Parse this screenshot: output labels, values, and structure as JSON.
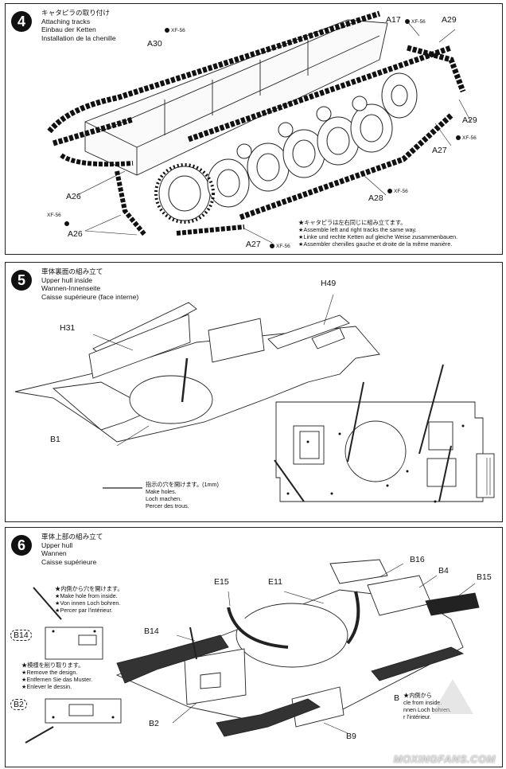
{
  "step4": {
    "number": "4",
    "title_jp": "キャタピラの取り付け",
    "title_en": "Attaching tracks",
    "title_de": "Einbau der Ketten",
    "title_fr": "Installation de la chenille",
    "labels": [
      "A30",
      "A17",
      "A29",
      "A29",
      "A27",
      "A26",
      "A26",
      "A28",
      "A27"
    ],
    "paint": [
      "XF-56",
      "XF-56",
      "XF-56",
      "XF-56",
      "XF-56",
      "XF-56"
    ],
    "notes": [
      "★キャタピラは左右同じに組み立てます。",
      "★Assemble left and right tracks the same way.",
      "★Linke und rechte Ketten auf gleiche Weise zusammenbauen.",
      "★Assembler chenilles gauche et droite de la même manière."
    ]
  },
  "step5": {
    "number": "5",
    "title_jp": "車体裏面の組み立て",
    "title_en": "Upper hull inside",
    "title_de": "Wannen-Innenseite",
    "title_fr": "Caisse supérieure (face interne)",
    "labels": [
      "H49",
      "H31",
      "B1"
    ],
    "hole_note": [
      "指示の穴を開けます。(1mm)",
      "Make holes.",
      "Loch machen.",
      "Percer des trous."
    ]
  },
  "step6": {
    "number": "6",
    "title_jp": "車体上部の組み立て",
    "title_en": "Upper hull",
    "title_de": "Wannen",
    "title_fr": "Caisse supérieure",
    "labels": [
      "B16",
      "B4",
      "B15",
      "E15",
      "E11",
      "B14",
      "B2",
      "B9",
      "B"
    ],
    "b14_note": [
      "★内側から穴を開けます。",
      "★Make hole from inside.",
      "★Von innen Loch bohren.",
      "★Percer par l'intérieur."
    ],
    "b2_note": [
      "★模様を削り取ります。",
      "★Remove the design.",
      "★Entfernen Sie das Muster.",
      "★Enlever le dessin."
    ],
    "b14_tag": "B14",
    "b2_tag": "B2",
    "partial_note": [
      "★内側から",
      "cle from inside.",
      "nnen Loch bohren.",
      "r l'intérieur."
    ]
  },
  "watermark": "MOXINGFANS.COM"
}
